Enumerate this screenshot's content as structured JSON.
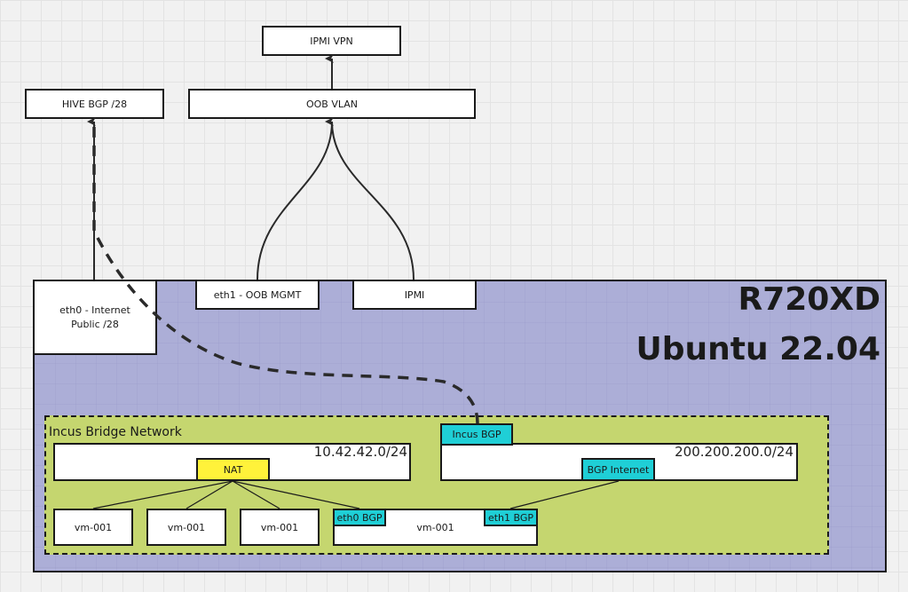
{
  "diagram": {
    "upstream": {
      "ipmi_vpn": "IPMI VPN",
      "oob_vlan": "OOB VLAN",
      "hive_bgp": "HIVE BGP /28"
    },
    "host": {
      "model": "R720XD",
      "os": "Ubuntu 22.04",
      "fill_color": "#acaed7",
      "interfaces": {
        "eth0_line1": "eth0 - Internet",
        "eth0_line2": "Public /28",
        "eth1": "eth1 - OOB MGMT",
        "ipmi": "IPMI"
      }
    },
    "bridge": {
      "label": "Incus Bridge Network",
      "fill_color": "#c5d66f",
      "nat_subnet": {
        "cidr": "10.42.42.0/24",
        "gateway_tag": "NAT",
        "tag_color": "#fff23a"
      },
      "bgp_subnet": {
        "cidr": "200.200.200.0/24",
        "entry_tag": "Incus BGP",
        "gateway_tag": "BGP Internet",
        "tag_color": "#1fcfd6"
      },
      "vms": [
        {
          "name": "vm-001"
        },
        {
          "name": "vm-001"
        },
        {
          "name": "vm-001"
        },
        {
          "name": "vm-001",
          "tags": [
            "eth0 BGP",
            "eth1 BGP"
          ]
        }
      ]
    },
    "connections": [
      {
        "from": "eth0 - Internet",
        "to": "HIVE BGP /28",
        "style": "solid-arrow"
      },
      {
        "from": "Incus BGP",
        "to": "HIVE BGP /28",
        "style": "dashed-arrow"
      },
      {
        "from": "eth1 - OOB MGMT",
        "to": "OOB VLAN",
        "style": "curved-arrow"
      },
      {
        "from": "IPMI",
        "to": "OOB VLAN",
        "style": "curved-arrow"
      },
      {
        "from": "OOB VLAN",
        "to": "IPMI VPN",
        "style": "solid-arrow"
      },
      {
        "from": "NAT",
        "to": "vm-001 (x3) + eth0 BGP",
        "style": "line"
      },
      {
        "from": "BGP Internet",
        "to": "eth1 BGP",
        "style": "line"
      }
    ]
  }
}
